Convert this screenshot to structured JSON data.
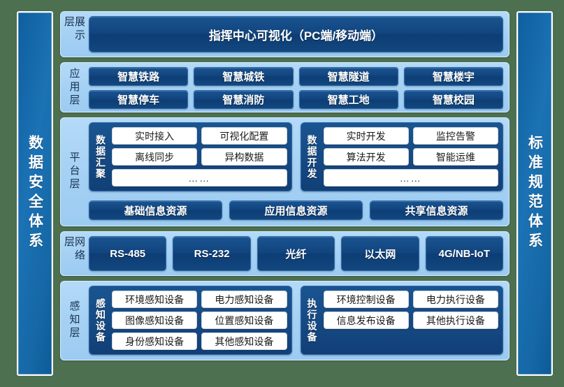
{
  "left_pillar": {
    "label": "数据安全体系"
  },
  "right_pillar": {
    "label": "标准规范体系"
  },
  "layers": {
    "display": {
      "label": "展示层",
      "banner": "指挥中心可视化（PC端/移动端）"
    },
    "application": {
      "label": "应用层",
      "row1": [
        "智慧铁路",
        "智慧城铁",
        "智慧隧道",
        "智慧楼宇"
      ],
      "row2": [
        "智慧停车",
        "智慧消防",
        "智慧工地",
        "智慧校园"
      ]
    },
    "platform": {
      "label": "平台层",
      "groups": [
        {
          "title": "数据汇聚",
          "row1": [
            "实时接入",
            "可视化配置"
          ],
          "row2": [
            "离线同步",
            "异构数据"
          ],
          "row3": "……"
        },
        {
          "title": "数据开发",
          "row1": [
            "实时开发",
            "监控告警"
          ],
          "row2": [
            "算法开发",
            "智能运维"
          ],
          "row3": "……"
        }
      ],
      "resources": [
        "基础信息资源",
        "应用信息资源",
        "共享信息资源"
      ]
    },
    "network": {
      "label": "网络层",
      "items": [
        "RS-485",
        "RS-232",
        "光纤",
        "以太网",
        "4G/NB-IoT"
      ]
    },
    "sensing": {
      "label": "感知层",
      "groups": [
        {
          "title": "感知设备",
          "row1": [
            "环境感知设备",
            "电力感知设备"
          ],
          "row2": [
            "图像感知设备",
            "位置感知设备"
          ],
          "row3": [
            "身份感知设备",
            "其他感知设备"
          ]
        },
        {
          "title": "执行设备",
          "row1": [
            "环境控制设备",
            "电力执行设备"
          ],
          "row2": [
            "信息发布设备",
            "其他执行设备"
          ]
        }
      ]
    }
  },
  "colors": {
    "page_background": "#4d7050",
    "layer_background": "#a8d3f5",
    "dark_blue": "#11447e",
    "pillar_blue": "#1668a6",
    "box_white": "#ffffff"
  }
}
